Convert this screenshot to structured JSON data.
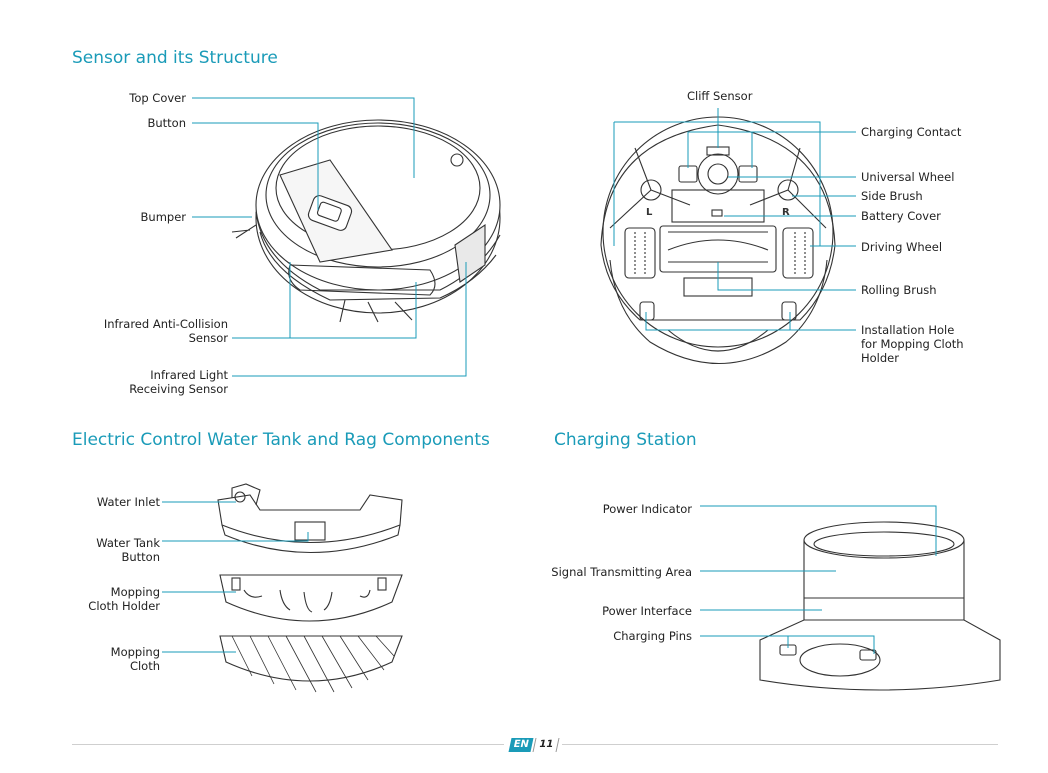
{
  "sections": {
    "sensor": "Sensor and its Structure",
    "water": "Electric Control Water Tank and Rag Components",
    "charging": "Charging Station"
  },
  "sensor_left": {
    "top_cover": "Top Cover",
    "button": "Button",
    "bumper": "Bumper",
    "infrared_anti_1": "Infrared Anti-Collision",
    "infrared_anti_2": "Sensor",
    "infrared_light_1": "Infrared Light",
    "infrared_light_2": "Receiving Sensor"
  },
  "sensor_right": {
    "cliff": "Cliff Sensor",
    "charging_contact": "Charging Contact",
    "universal_wheel": "Universal Wheel",
    "side_brush": "Side Brush",
    "battery_cover": "Battery Cover",
    "driving_wheel": "Driving Wheel",
    "rolling_brush": "Rolling Brush",
    "install_1": "Installation Hole",
    "install_2": "for Mopping Cloth",
    "install_3": "Holder",
    "mark_l": "L",
    "mark_r": "R"
  },
  "water": {
    "inlet": "Water Inlet",
    "tank_btn_1": "Water Tank",
    "tank_btn_2": "Button",
    "holder_1": "Mopping",
    "holder_2": "Cloth Holder",
    "cloth_1": "Mopping",
    "cloth_2": "Cloth"
  },
  "station": {
    "power_indicator": "Power Indicator",
    "signal": "Signal Transmitting Area",
    "power_interface": "Power Interface",
    "pins": "Charging Pins"
  },
  "footer": {
    "lang": "EN",
    "page": "11"
  },
  "colors": {
    "accent": "#1a9bb8",
    "line": "#333333"
  }
}
